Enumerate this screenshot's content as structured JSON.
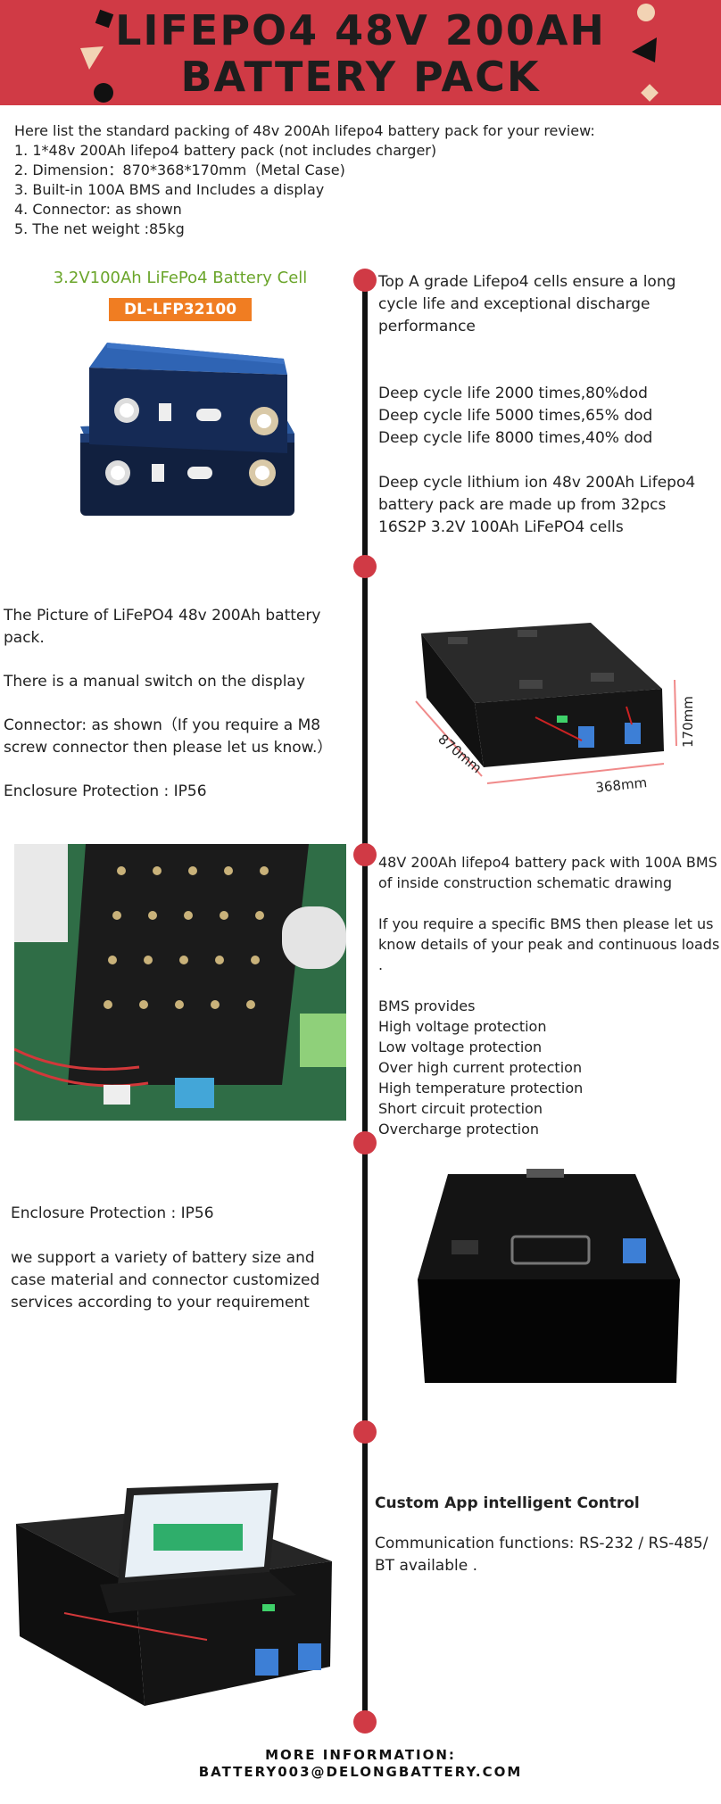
{
  "banner": {
    "title_line1": "LIFEPO4 48V 200AH",
    "title_line2": "BATTERY PACK",
    "background": "#d03a45"
  },
  "intro": {
    "heading": "Here list the standard packing of 48v 200Ah lifepo4 battery pack for your review:",
    "items": [
      "1. 1*48v 200Ah lifepo4 battery pack (not includes charger)",
      "2. Dimension：870*368*170mm（Metal Case)",
      "3. Built-in 100A BMS and Includes a display",
      "4. Connector: as shown",
      "5. The net weight :85kg"
    ]
  },
  "section1": {
    "cell_label": "3.2V100Ah LiFePo4 Battery Cell",
    "cell_model": "DL-LFP32100",
    "paragraph1": "Top A grade Lifepo4 cells ensure a long cycle life and exceptional discharge performance",
    "cycles": [
      "Deep cycle life 2000 times,80%dod",
      "Deep cycle life 5000 times,65% dod",
      "Deep cycle life 8000 times,40% dod"
    ],
    "paragraph2": "Deep cycle lithium ion 48v 200Ah Lifepo4 battery pack are made up from 32pcs 16S2P 3.2V 100Ah LiFePO4 cells"
  },
  "section2": {
    "line1": "The Picture of LiFePO4 48v 200Ah battery pack.",
    "line2": "There is a manual switch on the display",
    "line3": "Connector: as shown（If you require a M8 screw connector then please let us know.）",
    "line4": "Enclosure Protection : IP56",
    "dim_length": "870mm",
    "dim_width": "368mm",
    "dim_height": "170mm"
  },
  "section3": {
    "paragraph1": "48V 200Ah lifepo4 battery pack with 100A BMS of inside construction schematic drawing",
    "paragraph2": "If you require a specific BMS then please let us know details of your peak and continuous loads .",
    "bms_heading": "BMS provides",
    "bms_items": [
      "High voltage protection",
      "Low voltage protection",
      "Over high current protection",
      "High temperature protection",
      "Short circuit protection",
      "Overcharge protection"
    ]
  },
  "section4": {
    "line1": "Enclosure Protection : IP56",
    "line2": "we support a variety of battery size and case material and connector customized services according to your requirement"
  },
  "section5": {
    "heading": "Custom App intelligent Control",
    "line1": "Communication functions: RS-232 / RS-485/ BT available ."
  },
  "footer": {
    "line1": "MORE INFORMATION:",
    "line2": "BATTERY003@DELONGBATTERY.COM"
  },
  "colors": {
    "accent": "#d03a45",
    "cell_label": "#6aa52a",
    "cell_badge": "#f07d22",
    "timeline": "#111111"
  }
}
